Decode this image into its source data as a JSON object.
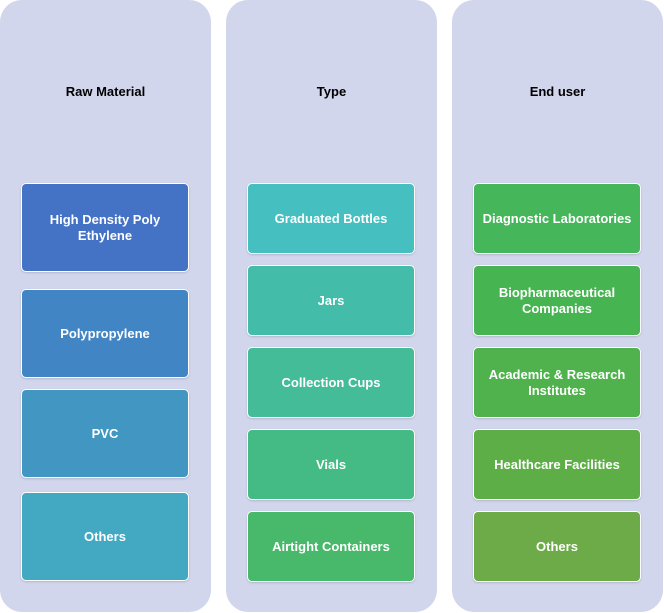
{
  "columns": [
    {
      "title": "Raw Material",
      "items": [
        {
          "label": "High Density Poly Ethylene",
          "color": "#4472c4"
        },
        {
          "label": "Polypropylene",
          "color": "#4285c4"
        },
        {
          "label": "PVC",
          "color": "#4197c2"
        },
        {
          "label": "Others",
          "color": "#43a9c2"
        }
      ]
    },
    {
      "title": "Type",
      "items": [
        {
          "label": "Graduated Bottles",
          "color": "#45bfc0"
        },
        {
          "label": "Jars",
          "color": "#43bdaa"
        },
        {
          "label": "Collection Cups",
          "color": "#45bc98"
        },
        {
          "label": "Vials",
          "color": "#44bb85"
        },
        {
          "label": "Airtight Containers",
          "color": "#48b86a"
        }
      ]
    },
    {
      "title": "End user",
      "items": [
        {
          "label": "Diagnostic Laboratories",
          "color": "#45b65a"
        },
        {
          "label": "Biopharmaceutical Companies",
          "color": "#46b450"
        },
        {
          "label": "Academic & Research Institutes",
          "color": "#4fb24c"
        },
        {
          "label": "Healthcare Facilities",
          "color": "#5eae48"
        },
        {
          "label": "Others",
          "color": "#6cab47"
        }
      ]
    }
  ]
}
